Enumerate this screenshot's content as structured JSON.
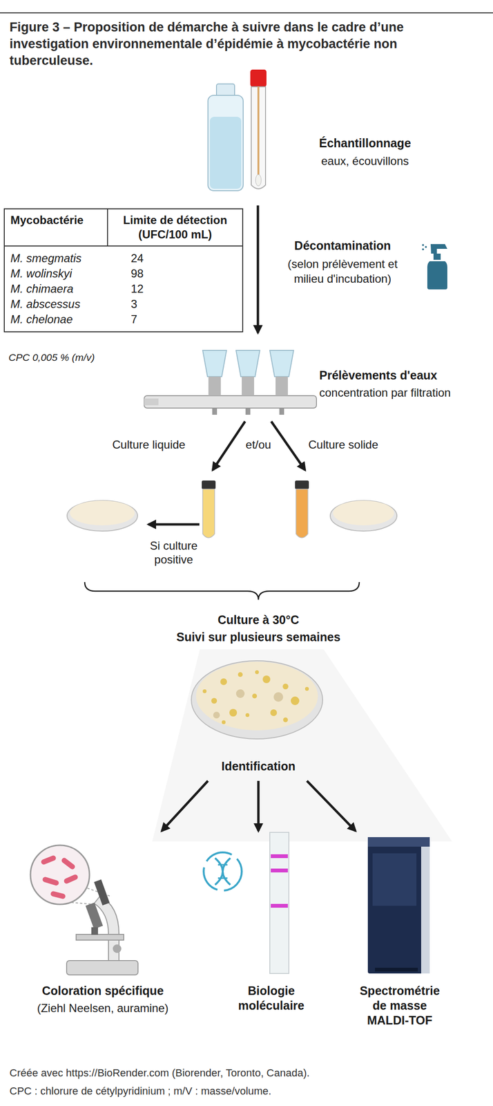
{
  "diagram": {
    "title": "Figure 3 – Proposition de démarche à suivre dans le cadre d’une investigation environnementale d’épidémie à mycobactérie non tuberculeuse.",
    "nodes": [
      {
        "text": [
          "Échantillonnage",
          "eaux, écouvillons"
        ]
      },
      {
        "text": [
          "Décontamination",
          "(selon prélèvement et milieu d'incubation)"
        ]
      },
      {
        "text": [
          "Prélèvements d'eaux",
          "concentration par filtration"
        ]
      },
      {
        "text": [
          "Culture à 30°C",
          "Suivi sur plusieurs semaines"
        ]
      },
      {
        "text": [
          "Identification"
        ]
      },
      {
        "text": [
          "Coloration spécifique",
          "(Ziehl Neelsen, auramine)"
        ]
      },
      {
        "text": [
          "Biologie moléculaire"
        ]
      },
      {
        "text": [
          "Spectrométrie de masse MALDI-TOF"
        ]
      }
    ],
    "edges": [
      {
        "from": 0,
        "to": 2,
        "arrow": "to"
      },
      {
        "from": 4,
        "to": 5,
        "arrow": "to"
      },
      {
        "from": 4,
        "to": 6,
        "arrow": "to"
      },
      {
        "from": 4,
        "to": 7,
        "arrow": "to"
      }
    ],
    "labels": [
      "Mycobactérie",
      "Limite de détection (UFC/100 mL)",
      "M. smegmatis",
      "24",
      "M. wolinskyi",
      "98",
      "M. chimaera",
      "12",
      "M. abscessus",
      "3",
      "M. chelonae",
      "7",
      "CPC 0,005 % (m/v)",
      "Culture liquide",
      "et/ou",
      "Culture solide",
      "Si culture positive",
      "Créée avec https://BioRender.com (Biorender, Toronto, Canada).",
      "CPC : chlorure de cétylpyridinium ; m/V : masse/volume."
    ]
  }
}
